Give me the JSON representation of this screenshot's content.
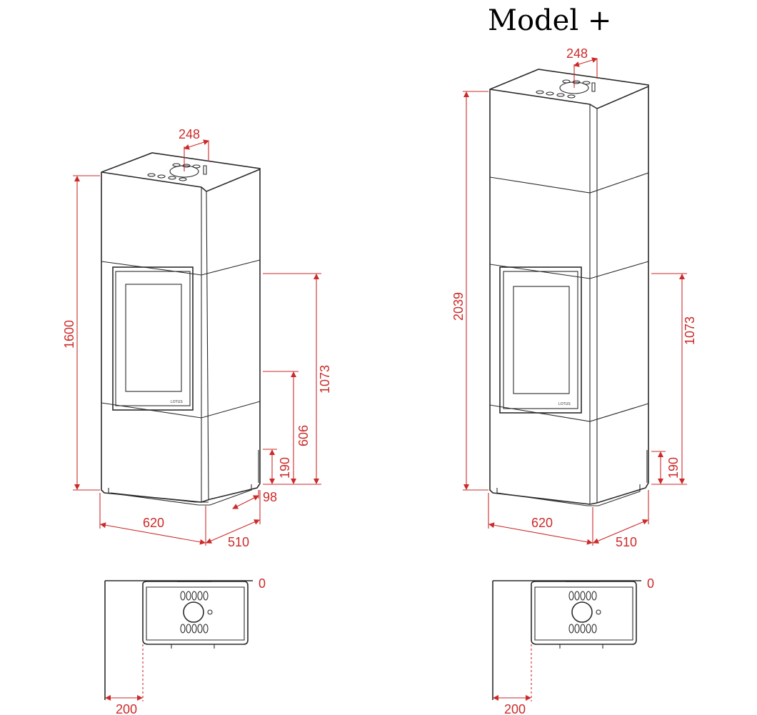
{
  "title": "Model +",
  "colors": {
    "dimension": "#cc2a2a",
    "outline": "#2b2b2b",
    "background": "#ffffff"
  },
  "standard": {
    "flue_offset": "248",
    "height": "1600",
    "total_side": "1073",
    "door_height": "606",
    "air_inlet": "190",
    "side_depth_step": "98",
    "width": "620",
    "depth": "510",
    "brand": "LOTUS"
  },
  "plus": {
    "flue_offset": "248",
    "height": "2039",
    "total_side": "1073",
    "air_inlet": "190",
    "width": "620",
    "depth": "510",
    "brand": "LOTUS"
  },
  "plan_standard": {
    "wall_gap": "0",
    "side_clearance": "200"
  },
  "plan_plus": {
    "wall_gap": "0",
    "side_clearance": "200"
  }
}
